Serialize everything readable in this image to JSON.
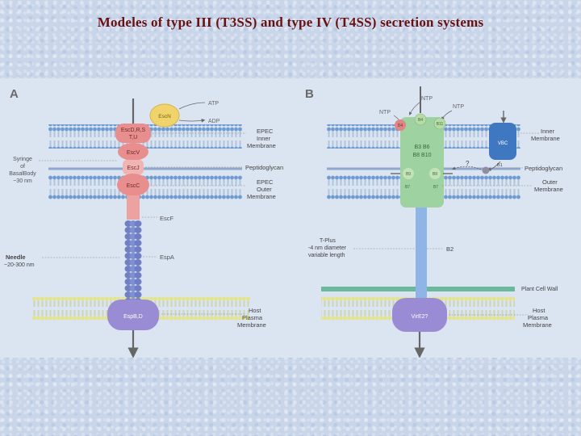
{
  "title": "Modeles of type III (T3SS) and type IV (T4SS) secretion systems",
  "panelA": {
    "letter": "A",
    "labels": {
      "escN": "EscN",
      "atp": "ATP",
      "adp": "ADP",
      "escDRS": "EscD,R,S",
      "escTU": "T,U",
      "escV": "EscV",
      "escJ": "EscJ",
      "escC": "EscC",
      "escF": "EscF",
      "espA": "EspA",
      "espBD": "EspB,D",
      "epecInner1": "EPEC",
      "epecInner2": "Inner",
      "epecInner3": "Membrane",
      "peptidoglycan": "Peptidoglycan",
      "epecOuter1": "EPEC",
      "epecOuter2": "Outer",
      "epecOuter3": "Membrane",
      "syringe1": "Syringe",
      "syringe2": "of",
      "syringe3": "BasalBody",
      "syringe4": "~30 nm",
      "needle1": "Needle",
      "needle2": "~20-300 nm",
      "host1": "Host",
      "host2": "Plasma",
      "host3": "Membrane"
    }
  },
  "panelB": {
    "letter": "B",
    "labels": {
      "ntpTop": "NTP",
      "ntpLeft": "NTP",
      "ntpRight": "NTP",
      "b4": "B4",
      "b11": "B11",
      "d4": "D4",
      "b3b6": "B3  B6",
      "b8b10": "B8  B10",
      "b9a": "B9",
      "b9b": "B9",
      "b7a": "B7",
      "b7b": "B7",
      "vbc": "VBC",
      "question": "?",
      "b1": "B1",
      "innerMembrane1": "Inner",
      "innerMembrane2": "Membrane",
      "peptidoglycan": "Peptidoglycan",
      "outerMembrane1": "Outer",
      "outerMembrane2": "Membrane",
      "tplus1": "T-Plus",
      "tplus2": "-4 nm diameter",
      "tplus3": "variable length",
      "b2": "B2",
      "plantCellWall": "Plant Cell Wall",
      "virE2": "VirE2?",
      "host1": "Host",
      "host2": "Plasma",
      "host3": "Membrane"
    }
  },
  "colors": {
    "titleColor": "#6b1010",
    "panelBg": "#dbe4f1",
    "membraneHead": "#6f9bd0",
    "basalBody": "#e88e8e",
    "escN": "#f0d36a",
    "needle": "#6e7fc4",
    "tip": "#9a8cd4",
    "t4ssBody": "#9ed3a1",
    "pilus": "#8fb4e6",
    "vbc": "#3f78c0",
    "plantWall": "#6cb89a",
    "hostMembraneHead": "#e4e48a"
  }
}
